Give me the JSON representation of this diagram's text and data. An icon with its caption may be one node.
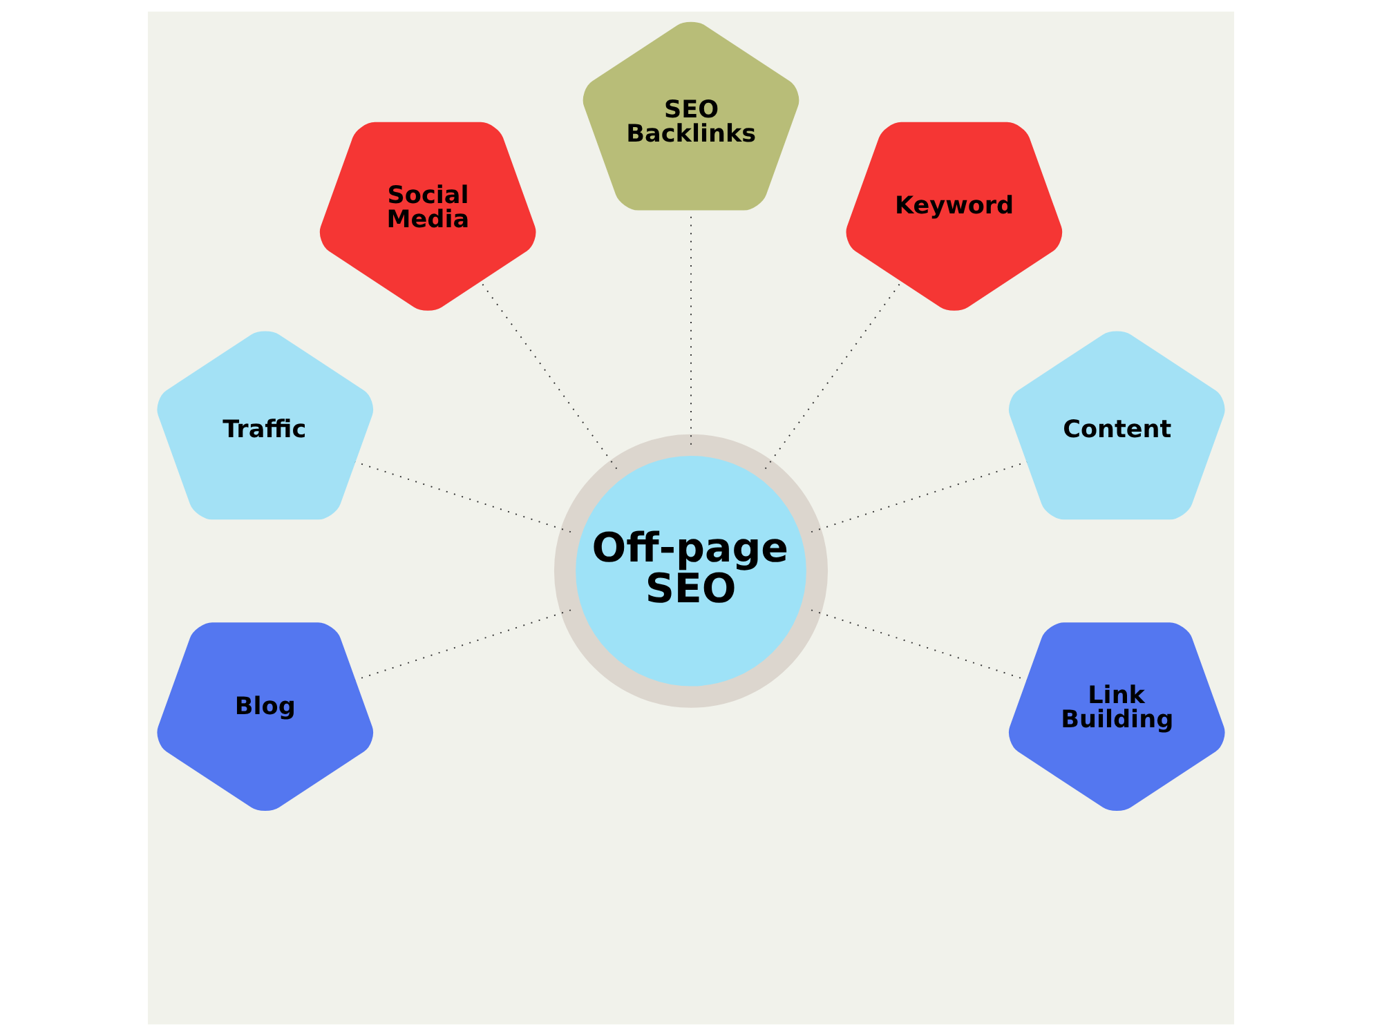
{
  "diagram": {
    "nodes": [
      {
        "text": [
          "Off-page SEO"
        ]
      },
      {
        "text": [
          "Blog"
        ]
      },
      {
        "text": [
          "Traffic"
        ]
      },
      {
        "text": [
          "Social Media"
        ]
      },
      {
        "text": [
          "SEO Backlinks"
        ]
      },
      {
        "text": [
          "Keyword"
        ]
      },
      {
        "text": [
          "Content"
        ]
      },
      {
        "text": [
          "Link Building"
        ]
      }
    ],
    "edges": [
      {
        "from": 0,
        "to": 1,
        "arrow": "none"
      },
      {
        "from": 0,
        "to": 2,
        "arrow": "none"
      },
      {
        "from": 0,
        "to": 3,
        "arrow": "none"
      },
      {
        "from": 0,
        "to": 4,
        "arrow": "none"
      },
      {
        "from": 0,
        "to": 5,
        "arrow": "none"
      },
      {
        "from": 0,
        "to": 6,
        "arrow": "none"
      },
      {
        "from": 0,
        "to": 7,
        "arrow": "none"
      }
    ]
  }
}
